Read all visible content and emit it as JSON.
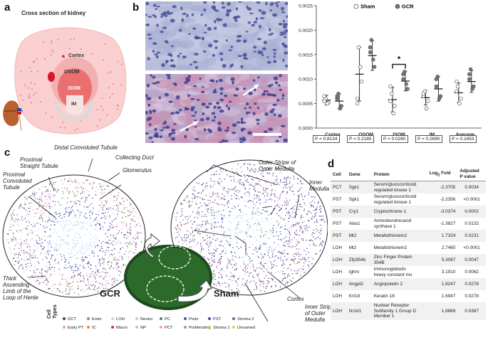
{
  "panels": {
    "a": "a",
    "b": "b",
    "c": "c",
    "d": "d"
  },
  "panel_a": {
    "title": "Cross section of kidney",
    "regions": {
      "cortex": "Cortex",
      "osom": "OSOM",
      "isom": "ISOM",
      "im": "IM"
    }
  },
  "chart_data": {
    "type": "scatter",
    "categories": [
      "Cortex",
      "OSOM",
      "ISOM",
      "IM",
      "Average"
    ],
    "ylim": [
      0,
      0.0025
    ],
    "yticks": [
      "0.0025",
      "0.0020",
      "0.0015",
      "0.0010",
      "0.0005",
      "0.0000"
    ],
    "legend_position": "top",
    "series": [
      {
        "name": "Sham",
        "color": "#ffffff",
        "means": [
          0.00057,
          0.0011,
          0.00058,
          0.00062,
          0.00072
        ],
        "sd": [
          0.0001,
          0.00055,
          0.00025,
          0.00015,
          0.0002
        ],
        "points": [
          [
            0.0006,
            0.00052,
            0.00065,
            0.0005,
            0.00055
          ],
          [
            0.00165,
            0.00095,
            0.0006,
            0.00125,
            0.0005
          ],
          [
            0.0007,
            0.00045,
            0.00085,
            0.0003,
            0.00055
          ],
          [
            0.00075,
            0.00055,
            0.00065,
            0.0004,
            0.0007
          ],
          [
            0.00085,
            0.0006,
            0.00075,
            0.0005,
            0.00095
          ]
        ]
      },
      {
        "name": "GCR",
        "color": "#777777",
        "means": [
          0.00055,
          0.00148,
          0.00096,
          0.0008,
          0.00095
        ],
        "sd": [
          0.00015,
          0.0003,
          0.0002,
          0.00025,
          0.00022
        ],
        "points": [
          [
            0.0007,
            0.00045,
            0.0006,
            0.0004,
            0.00065
          ],
          [
            0.0018,
            0.00125,
            0.00155,
            0.0014,
            0.00165
          ],
          [
            0.00115,
            0.0008,
            0.001,
            0.0009,
            0.0011
          ],
          [
            0.00105,
            0.00065,
            0.00085,
            0.0006,
            0.001
          ],
          [
            0.0012,
            0.00085,
            0.001,
            0.0008,
            0.0011
          ]
        ]
      }
    ],
    "significance": {
      "category": "ISOM",
      "label": "*"
    },
    "p_values": [
      "P = 0.8134",
      "P = 0.2185",
      "P = 0.0280",
      "P = 0.2690",
      "P = 0.1653"
    ]
  },
  "panel_c": {
    "labels": {
      "distal": "Distal Convoluted Tubule",
      "collecting": "Collecting Duct",
      "glomerulus": "Glomerulus",
      "proximal_straight": "Proximal\nStraight Tubule",
      "proximal_convoluted": "Proximal\nConvoluted\nTubule",
      "thick": "Thick\nAscending\nLimb of the\nLoop of Henle",
      "outer_stripe": "Outer Stripe of\nOuter Medulla",
      "inner_medulla": "Inner\nMedulla",
      "cortex": "Cortex",
      "inner_stripe": "Inner Stripe\nof Outer\nMedulla",
      "gcr": "GCR",
      "sham": "Sham"
    },
    "cell_types_title": "Cell\nTypes",
    "cell_types": [
      {
        "name": "DCT",
        "color": "#444444"
      },
      {
        "name": "Endo",
        "color": "#8a8a8a"
      },
      {
        "name": "LOH",
        "color": "#b7d7ef"
      },
      {
        "name": "Neutro",
        "color": "#c9c9c9"
      },
      {
        "name": "PC",
        "color": "#3d8e5a"
      },
      {
        "name": "Podo",
        "color": "#2d5fa8"
      },
      {
        "name": "PST",
        "color": "#4c4aa0"
      },
      {
        "name": "Stroma 2",
        "color": "#8a4f9e"
      },
      {
        "name": "Early PT",
        "color": "#e6a0b8"
      },
      {
        "name": "IC",
        "color": "#e08a3a"
      },
      {
        "name": "Macro",
        "color": "#c0305a"
      },
      {
        "name": "NP",
        "color": "#a8c8e8"
      },
      {
        "name": "PCT",
        "color": "#e8a0c0"
      },
      {
        "name": "Proliferating",
        "color": "#9a9a9a"
      },
      {
        "name": "Stroma 1",
        "color": "#e0c050"
      },
      {
        "name": "Unnamed",
        "color": "#d8d050"
      }
    ]
  },
  "table": {
    "headers": [
      "Cell",
      "Gene",
      "Protein",
      "Log₂ Fold",
      "Adjusted\nP value"
    ],
    "rows": [
      [
        "PCT",
        "Sgk1",
        "Serum/glucocorticoid\nregulated kinase 1",
        "-2.3705",
        "0.0034"
      ],
      [
        "PST",
        "Sgk1",
        "Serum/glucocorticoid\nregulated kinase 1",
        "-2.2356",
        "<0.0001"
      ],
      [
        "PST",
        "Cry1",
        "Cryptochrome 1",
        "-3.0374",
        "0.0002"
      ],
      [
        "PST",
        "Alas1",
        "Aminolevulinicacid\nsynthase 1",
        "-1.3827",
        "0.0132"
      ],
      [
        "PST",
        "Mt2",
        "Metallothionein2",
        "1.7324",
        "0.0231"
      ],
      [
        "LOH",
        "Mt2",
        "Metallothionein2",
        "2.7465",
        "<0.0001"
      ],
      [
        "LOH",
        "Zfp354b",
        "Zinc Finger Protein\n354B",
        "5.3087",
        "0.0047"
      ],
      [
        "LOH",
        "Ighm",
        "Immunoglobulin\nheavy constant mu",
        "3.1910",
        "0.0062"
      ],
      [
        "LOH",
        "Angpt2",
        "Angiopoietin 2",
        "1.8247",
        "0.0278"
      ],
      [
        "LOH",
        "Krt18",
        "Keratin 18",
        "1.6947",
        "0.0278"
      ],
      [
        "LOH",
        "Nr1d1",
        "Nuclear Receptor\nSubfamily 1 Group D\nMember 1",
        "1.8869",
        "0.0387"
      ]
    ]
  }
}
